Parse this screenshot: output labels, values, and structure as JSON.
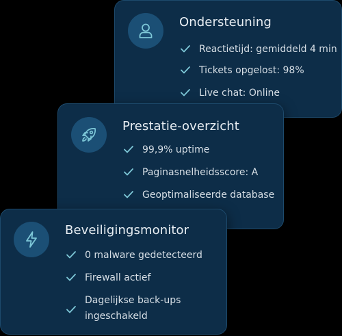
{
  "cards": [
    {
      "icon": "user-icon",
      "title": "Ondersteuning",
      "items": [
        "Reactietijd: gemiddeld 4 min",
        "Tickets opgelost: 98%",
        "Live chat: Online"
      ]
    },
    {
      "icon": "rocket-icon",
      "title": "Prestatie-overzicht",
      "items": [
        "99,9% uptime",
        "Paginasnelheidsscore: A",
        "Geoptimaliseerde database"
      ]
    },
    {
      "icon": "lightning-icon",
      "title": "Beveiligingsmonitor",
      "items": [
        "0 malware gedetecteerd",
        "Firewall actief",
        "Dagelijkse back-ups ingeschakeld"
      ]
    }
  ],
  "colors": {
    "card_bg": "#0d2d48",
    "icon_bg": "#1b4f75",
    "accent": "#7ec8d8",
    "text": "#d6dee5"
  }
}
